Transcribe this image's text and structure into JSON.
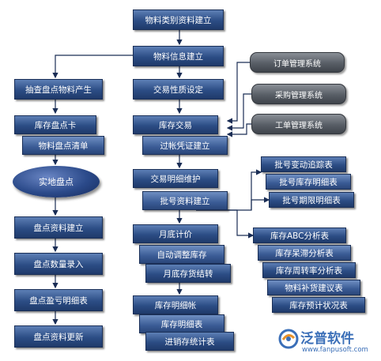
{
  "diagram": {
    "center": [
      "物料类别资料建立",
      "物料信息建立",
      "交易性质设定",
      "库存交易",
      "过帐凭证建立",
      "交易明细维护",
      "批号资料建立",
      "月底计价",
      "自动调整库存",
      "月底存货结转",
      "库存明细帐",
      "库存明细表",
      "进销存统计表"
    ],
    "left": [
      "抽查盘点物料产生",
      "库存盘点卡",
      "物料盘点清单",
      "实地盘点",
      "盘点资料建立",
      "盘点数量录入",
      "盘点盈亏明细表",
      "盘点资料更新"
    ],
    "systems": [
      "订单管理系统",
      "采购管理系统",
      "工单管理系统"
    ],
    "batch_reports": [
      "批号变动追踪表",
      "批号库存明细表",
      "批号期限明细表"
    ],
    "analysis_reports": [
      "库存ABC分析表",
      "库存呆滞分析表",
      "库存周转率分析表",
      "物料补货建议表",
      "库存预计状况表"
    ]
  },
  "logo": {
    "name": "泛普软件",
    "url": "www.fanpusoft.com",
    "color": "#3b6fb8"
  }
}
